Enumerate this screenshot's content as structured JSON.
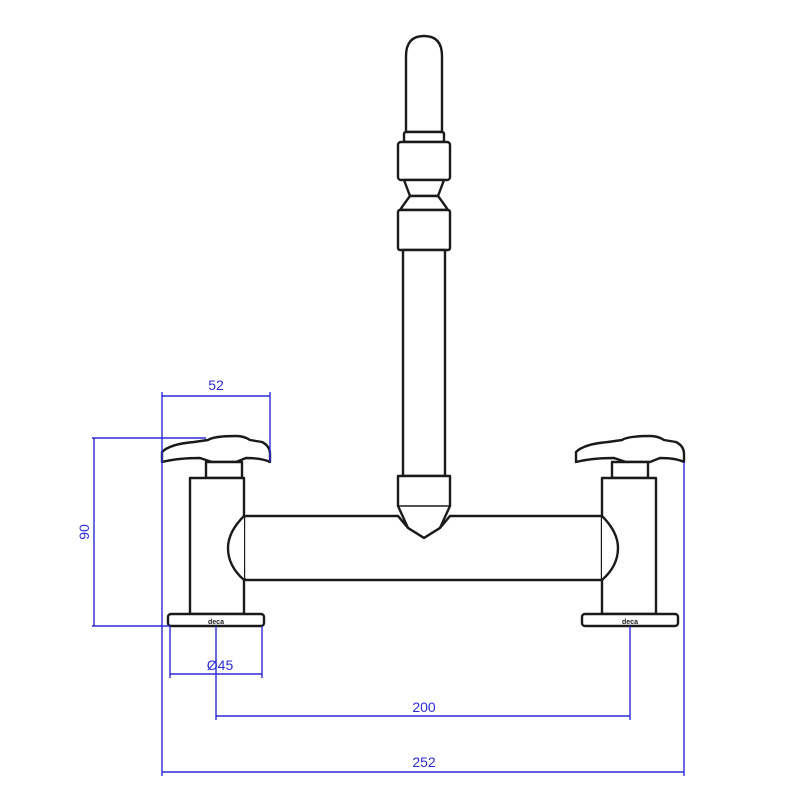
{
  "dimensions": {
    "handle_width": "52",
    "height": "90",
    "base_diameter": "Ø45",
    "center_distance": "200",
    "overall_width": "252"
  },
  "brand": {
    "left_base_logo": "deca",
    "right_base_logo": "deca"
  },
  "colors": {
    "dimension": "#2b2bd6",
    "outline": "#1a1a1a"
  }
}
